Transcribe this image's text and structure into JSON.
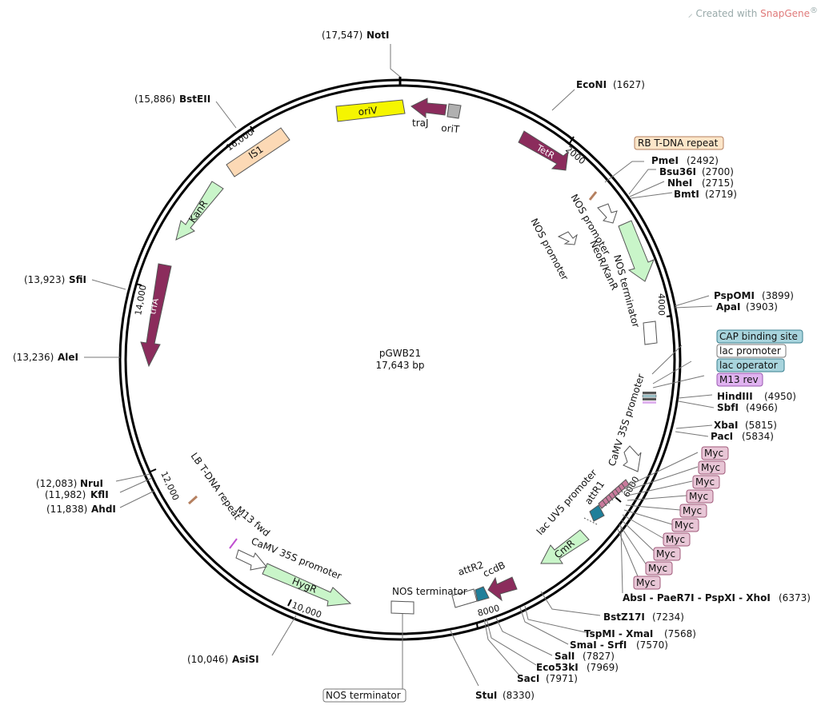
{
  "watermark": {
    "prefix": "Created with ",
    "brand": "SnapGene",
    "mark": "®"
  },
  "plasmid": {
    "name": "pGWB21",
    "size": "17,643 bp"
  },
  "colors": {
    "backbone": "#000000",
    "trfA": "#8b2c5c",
    "kanR": "#c9f5c9",
    "oriV": "#f5f500",
    "IS1": "#fcd9b5",
    "oriT": "#b0b0b0",
    "attR": "#1f7f9a",
    "myc": "#e8c6d6",
    "cap": "#a8d4dd",
    "m13rev": "#e0b3f0"
  },
  "ticks": [
    "2000",
    "4000",
    "6000",
    "8000",
    "10,000",
    "12,000",
    "14,000",
    "16,000"
  ],
  "sites": [
    {
      "pos": "(17,547)",
      "name": "NotI"
    },
    {
      "pos": "(1627)",
      "name": "EcoNI"
    },
    {
      "pos": "(2492)",
      "name": "PmeI"
    },
    {
      "pos": "(2700)",
      "name": "Bsu36I"
    },
    {
      "pos": "(2715)",
      "name": "NheI"
    },
    {
      "pos": "(2719)",
      "name": "BmtI"
    },
    {
      "pos": "(3899)",
      "name": "PspOMI"
    },
    {
      "pos": "(3903)",
      "name": "ApaI"
    },
    {
      "pos": "(4950)",
      "name": "HindIII"
    },
    {
      "pos": "(4966)",
      "name": "SbfI"
    },
    {
      "pos": "(5815)",
      "name": "XbaI"
    },
    {
      "pos": "(5834)",
      "name": "PacI"
    },
    {
      "pos": "(6373)",
      "name": "AbsI - PaeR7I - PspXI - XhoI"
    },
    {
      "pos": "(7234)",
      "name": "BstZ17I"
    },
    {
      "pos": "(7568)",
      "name": "TspMI - XmaI"
    },
    {
      "pos": "(7570)",
      "name": "SmaI - SrfI"
    },
    {
      "pos": "(7827)",
      "name": "SalI"
    },
    {
      "pos": "(7969)",
      "name": "Eco53kI"
    },
    {
      "pos": "(7971)",
      "name": "SacI"
    },
    {
      "pos": "(8330)",
      "name": "StuI"
    },
    {
      "pos": "(10,046)",
      "name": "AsiSI"
    },
    {
      "pos": "(11,838)",
      "name": "AhdI"
    },
    {
      "pos": "(11,982)",
      "name": "KflI"
    },
    {
      "pos": "(12,083)",
      "name": "NruI"
    },
    {
      "pos": "(13,236)",
      "name": "AleI"
    },
    {
      "pos": "(13,923)",
      "name": "SfiI"
    },
    {
      "pos": "(15,886)",
      "name": "BstEII"
    }
  ],
  "boxed_features": {
    "rb": "RB T-DNA repeat",
    "cap": "CAP binding site",
    "lac_promoter": "lac promoter",
    "lac_operator": "lac operator",
    "m13rev": "M13 rev",
    "myc": [
      "Myc",
      "Myc",
      "Myc",
      "Myc",
      "Myc",
      "Myc",
      "Myc",
      "Myc",
      "Myc",
      "Myc"
    ],
    "nos_terminator": "NOS terminator"
  },
  "features": {
    "oriV": "oriV",
    "traJ": "traJ",
    "oriT": "oriT",
    "TetR": "TetR",
    "IS1": "IS1",
    "KanR": "KanR",
    "trfA": "trfA",
    "nos_promoter_1": "NOS promoter",
    "nos_promoter_2": "NOS promoter",
    "neoR": "NeoR/KanR",
    "nos_terminator_1": "NOS terminator",
    "camv_35s_1": "CaMV 35S promoter",
    "lac_uv5": "lac UV5 promoter",
    "attR1": "attR1",
    "CmR": "CmR",
    "ccdB": "ccdB",
    "attR2": "attR2",
    "nos_terminator_2": "NOS terminator",
    "HygR": "HygR",
    "camv_35s_2": "CaMV 35S promoter",
    "m13fwd": "M13 fwd",
    "lb": "LB T-DNA repeat"
  }
}
